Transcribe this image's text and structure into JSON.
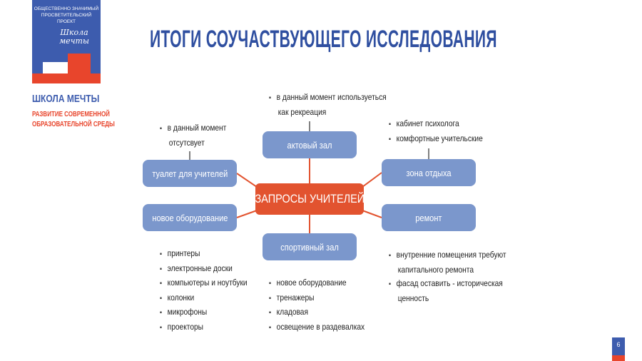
{
  "logo": {
    "top_text": [
      "ОБЩЕСТВЕННО ЗНАЧИМЫЙ",
      "ПРОСВЕТИТЕЛЬСКИЙ ПРОЕКТ"
    ],
    "script_text": "Школа мечты",
    "name": "ШКОЛА МЕЧТЫ",
    "subtitle": [
      "РАЗВИТИЕ СОВРЕМЕННОЙ",
      "ОБРАЗОВАТЕЛЬНОЙ СРЕДЫ"
    ]
  },
  "title": "ИТОГИ СОУЧАСТВУЮЩЕГО ИССЛЕДОВАНИЯ",
  "center": "ЗАПРОСЫ УЧИТЕЛЕЙ",
  "nodes": {
    "assembly": "актовый зал",
    "gym": "спортивный зал",
    "toilet": "туалет для учителей",
    "equipment": "новое оборудование",
    "rest": "зона отдыха",
    "repair": "ремонт"
  },
  "notes": {
    "assembly": [
      "в данный момент используеться",
      "как рекреация"
    ],
    "toilet": [
      "в данный момент",
      "отсутсвует"
    ],
    "rest": [
      "кабинет психолога",
      "комфортные учительские"
    ],
    "equipment": [
      "принтеры",
      "электронные доски",
      "компьютеры и ноутбуки",
      "колонки",
      "микрофоны",
      "проекторы"
    ],
    "gym": [
      "новое оборудование",
      "тренажеры",
      "кладовая",
      "освещение в раздевалках"
    ],
    "repair": [
      "внутренние помещения требуют",
      "капитального ремонта",
      "фасад оставить - историческая",
      "ценность"
    ]
  },
  "page_number": "6",
  "colors": {
    "blue": "#3d5cae",
    "red": "#e8452c",
    "node": "#7b97cc",
    "center": "#e2532f"
  }
}
